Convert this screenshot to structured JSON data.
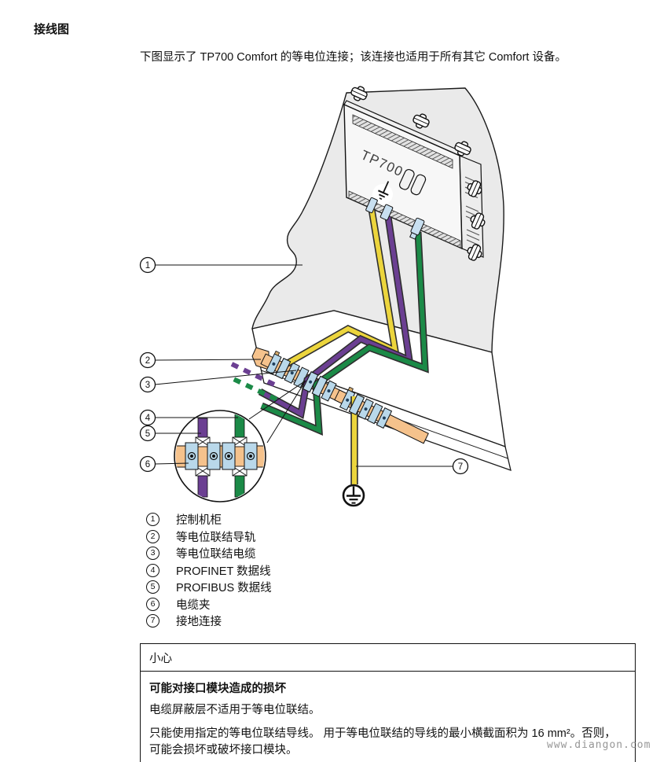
{
  "page": {
    "heading": "接线图",
    "intro": "下图显示了 TP700 Comfort 的等电位连接；该连接也适用于所有其它 Comfort 设备。",
    "watermark": "www.diangon.com"
  },
  "diagram": {
    "device_label": "TP700",
    "callouts": [
      {
        "num": "1",
        "label": "控制机柜"
      },
      {
        "num": "2",
        "label": "等电位联结导轨"
      },
      {
        "num": "3",
        "label": "等电位联结电缆"
      },
      {
        "num": "4",
        "label": "PROFINET 数据线"
      },
      {
        "num": "5",
        "label": "PROFIBUS 数据线"
      },
      {
        "num": "6",
        "label": "电缆夹"
      },
      {
        "num": "7",
        "label": "接地连接"
      }
    ],
    "colors": {
      "cabinet_gray": "#eaeaea",
      "rail_orange": "#f5c28c",
      "clamp_blue": "#b9d8ea",
      "profinet_green": "#1b8a47",
      "profibus_purple": "#6b3f92",
      "ground_yellow": "#ecd53d"
    }
  },
  "notice": {
    "header": "小心",
    "title": "可能对接口模块造成的损坏",
    "line1": "电缆屏蔽层不适用于等电位联结。",
    "line2": "只能使用指定的等电位联结导线。 用于等电位联结的导线的最小横截面积为 16 mm²。否则，可能会损坏或破坏接口模块。"
  }
}
